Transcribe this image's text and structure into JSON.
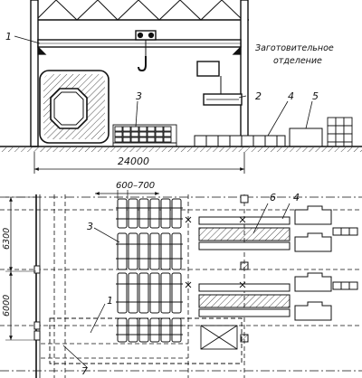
{
  "labels": {
    "l1_top": "1",
    "l2": "2",
    "l3_top": "3",
    "l4_top": "4",
    "l5": "5",
    "l6": "6",
    "l4_bottom": "4",
    "l3_bottom": "3",
    "l1_bottom": "1",
    "l7": "7"
  },
  "annotation": {
    "line1": "Заготовительное",
    "line2": "отделение"
  },
  "dimensions": {
    "span_width": "24000",
    "crosstie_pitch": "600–700",
    "bay_upper": "6300",
    "bay_lower": "6000"
  }
}
